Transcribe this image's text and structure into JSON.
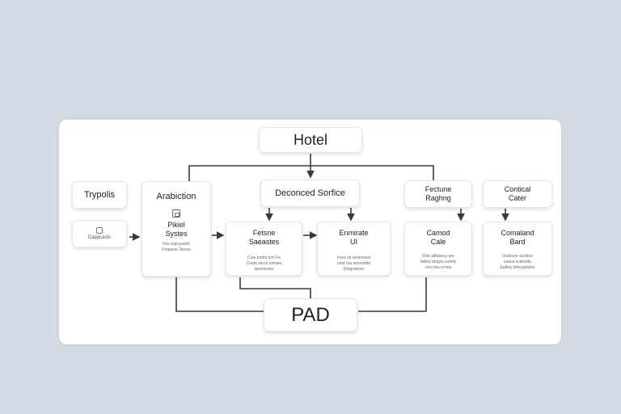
{
  "nodes": {
    "hotel": {
      "title": "Hotel"
    },
    "pad": {
      "title": "PAD"
    },
    "trypolis": {
      "title": "Trypolis"
    },
    "small_card": {
      "caption": "Cappcasts"
    },
    "arabiction": {
      "title": "Arabiction",
      "name": "Pikiel\nSystes",
      "desc": "Fiis sogcyswelt\nFerpacie Taruce"
    },
    "deconced_service": {
      "title": "Deconced Sorfice"
    },
    "fetsne": {
      "title": "Fetsne\nSaeastes",
      "desc": "Cuts tordiu oon Fo\nCosta sarce tomaro\nspectesios"
    },
    "enmirate": {
      "title": "Enmirate\nUI",
      "desc": "Fevs sit serevourd\nunsr ruu seonclete\nDsrgvatoes"
    },
    "fectune": {
      "title": "Fectune\nRaghng"
    },
    "camod": {
      "title": "Camod\nCale",
      "desc": "Filbt aiftanecy are\nbabre tangra conrity\noco neu crnsts"
    },
    "contical": {
      "title": "Contical\nCater"
    },
    "comaland": {
      "title": "Comaland\nBard",
      "desc": "Oadrsee vacktce\nsoaca scatorda\nEalbsy iisnurgetses"
    }
  },
  "colors": {
    "background": "#d4dae3",
    "panel": "#ffffff",
    "connector": "#3a3a3a"
  }
}
